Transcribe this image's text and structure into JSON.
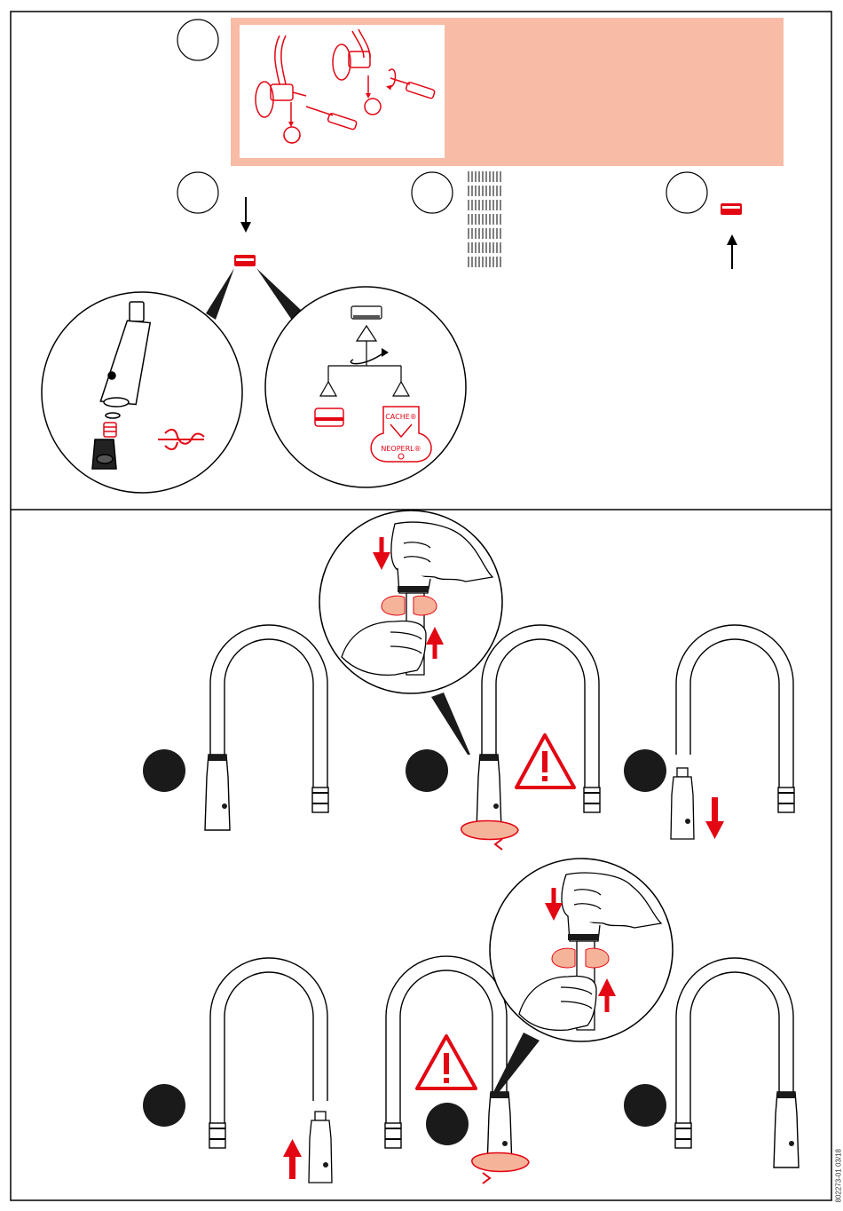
{
  "document_code": "802273-01 03/18",
  "key_labels": {
    "cache": "CACHE®",
    "neoperl": "NEOPERL®"
  },
  "colors": {
    "accent_red": "#e30613",
    "salmon_panel": "#f8bba6",
    "light_salmon": "#f5b49a",
    "black": "#1a1a1a",
    "frame": "#000000"
  },
  "icons": [
    "valve-icon",
    "screwdriver-icon",
    "aerator-icon",
    "arrow-down-icon",
    "arrow-up-icon",
    "warning-triangle-icon",
    "hand-icon",
    "rotate-arrow-icon",
    "wrench-icon",
    "key-icon",
    "hose-icon"
  ]
}
